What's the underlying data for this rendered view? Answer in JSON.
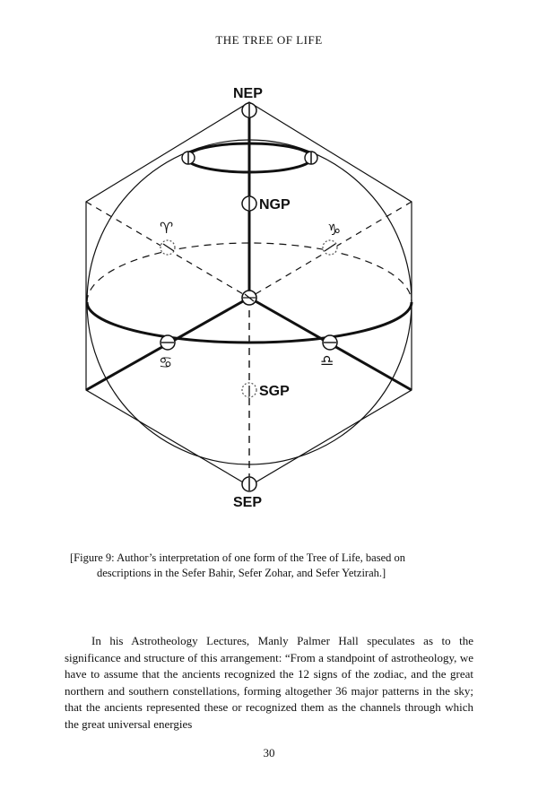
{
  "running_head": "THE TREE OF LIFE",
  "figure": {
    "labels": {
      "nep": "NEP",
      "ngp": "NGP",
      "sgp": "SGP",
      "sep": "SEP"
    },
    "symbols": {
      "aries": "♈",
      "capricorn": "♑",
      "cancer": "♋",
      "libra": "♎"
    }
  },
  "caption": {
    "line1": "[Figure 9: Author’s interpretation of one form of the Tree of Life, based on",
    "line2": "descriptions in the Sefer Bahir, Sefer Zohar, and Sefer Yetzirah.]"
  },
  "body": {
    "paragraph": "In his Astrotheology Lectures, Manly Palmer Hall speculates as to the significance and structure of this arrangement: “From a standpoint of astrotheology, we have to assume that the ancients recognized the 12 signs of the zodiac, and the great northern and southern constellations, forming altogether 36 major patterns in the sky; that the ancients represented these or recognized them as the channels through which the great universal energies"
  },
  "page_number": "30"
}
